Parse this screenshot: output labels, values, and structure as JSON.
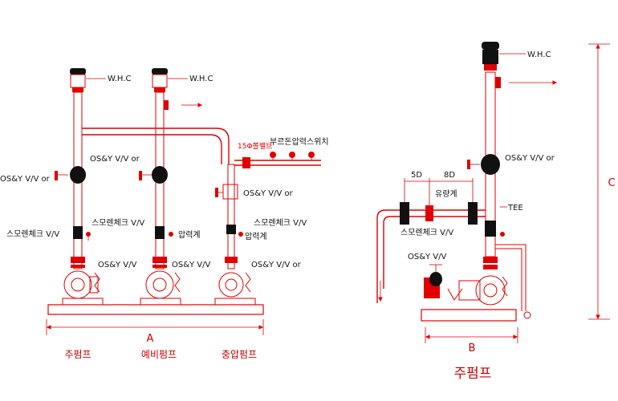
{
  "colors": {
    "line": "#e00000",
    "text": "#111111",
    "caption": "#cc0000"
  },
  "left_diagram": {
    "whc_labels": [
      "W.H.C",
      "W.H.C"
    ],
    "osy_left_label": "OS&Y V/V or",
    "osy_mid_label": "OS&Y V/V or",
    "osy_jockey_label": "OS&Y V/V or",
    "switch_valve_label": "15Φ볼밸브",
    "pressure_switch_label": "부르돈압력스위치",
    "check_left_label": "스모렌체크 V/V",
    "check_mid_label": "스모렌체크 V/V",
    "check_jockey_label": "스모렌체크 V/V",
    "gauge_mid_label": "압력계",
    "gauge_jockey_label": "압력계",
    "osy_bottom_mid_label": "OS&Y V/V",
    "osy_bottom_mid2_label": "OS&Y V/V",
    "osy_bottom_jockey_label": "OS&Y V/V or",
    "dimension_label": "A",
    "pump_captions": [
      "주펌프",
      "예비펌프",
      "충압펌프"
    ]
  },
  "right_diagram": {
    "whc_label": "W.H.C",
    "osy_label": "OS&Y V/V or",
    "tee_label": "TEE",
    "dim_5d": "5D",
    "dim_8d": "8D",
    "flowmeter_label": "유량계",
    "check_label": "스모렌체크 V/V",
    "osy_bottom_label": "OS&Y V/V",
    "width_label": "B",
    "height_label": "C",
    "caption": "주펌프"
  }
}
